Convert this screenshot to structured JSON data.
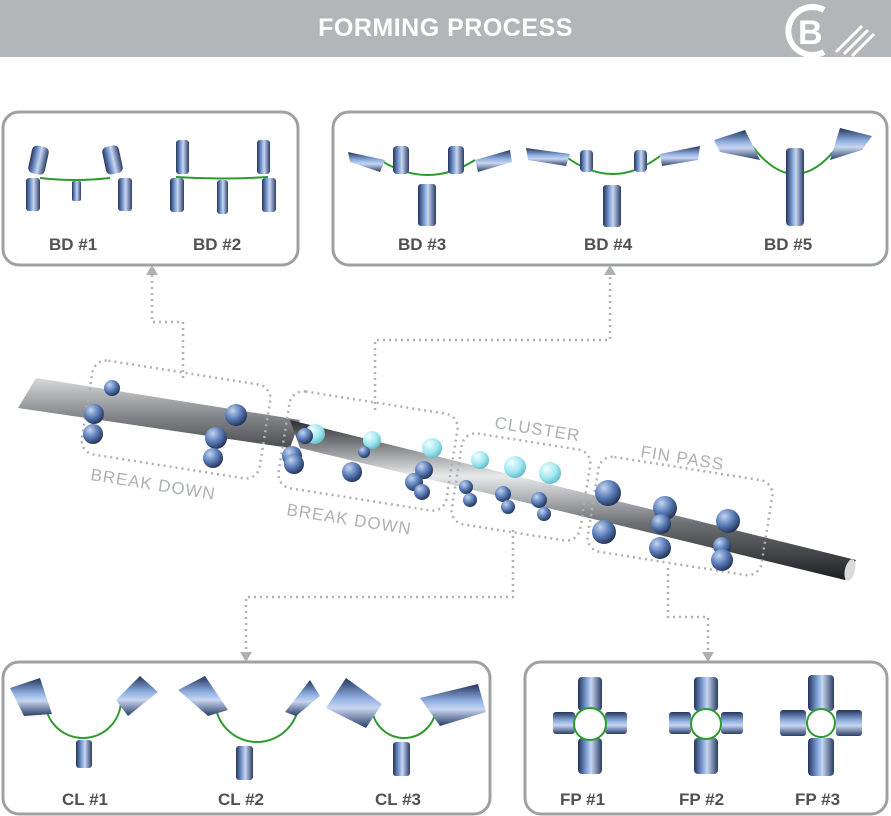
{
  "header": {
    "title": "FORMING PROCESS",
    "logo_letter": "B"
  },
  "colors": {
    "title_bar": "#b3b6b9",
    "panel_border": "#9ea1a4",
    "roll_blue": "#6f8fc2",
    "strip_green": "#2e9a2e",
    "label_gray": "#aeb1b4"
  },
  "panels": {
    "bd12": {
      "labels": [
        "BD #1",
        "BD #2"
      ]
    },
    "bd345": {
      "labels": [
        "BD #3",
        "BD #4",
        "BD #5"
      ]
    },
    "cl": {
      "labels": [
        "CL #1",
        "CL #2",
        "CL #3"
      ]
    },
    "fp": {
      "labels": [
        "FP #1",
        "FP #2",
        "FP #3"
      ]
    }
  },
  "groups": {
    "break_down_1": "BREAK DOWN",
    "break_down_2": "BREAK DOWN",
    "cluster": "CLUSTER",
    "fin_pass": "FIN PASS"
  }
}
